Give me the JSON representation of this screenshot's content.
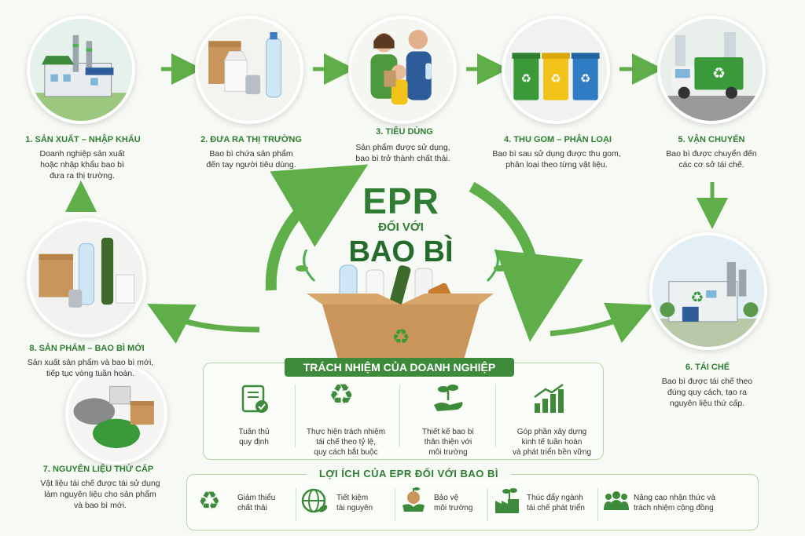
{
  "center": {
    "line1": "EPR",
    "line2": "ĐỐI VỚI",
    "line3": "BAO BÌ"
  },
  "steps": [
    {
      "title": "1. SẢN XUẤT – NHẬP KHẨU",
      "desc": [
        "Doanh nghiệp sản xuất",
        "hoặc nhập khẩu bao bì",
        "đưa ra thị trường."
      ]
    },
    {
      "title": "2. ĐƯA RA THỊ TRƯỜNG",
      "desc": [
        "Bao bì chứa sản phẩm",
        "đến tay người tiêu dùng."
      ]
    },
    {
      "title": "3. TIÊU DÙNG",
      "desc": [
        "Sản phẩm được sử dụng,",
        "bao bì trở thành chất thải."
      ]
    },
    {
      "title": "4. THU GOM – PHÂN LOẠI",
      "desc": [
        "Bao bì sau sử dụng được thu gom,",
        "phân loại theo từng vật liệu."
      ]
    },
    {
      "title": "5. VẬN CHUYỂN",
      "desc": [
        "Bao bì được chuyển đến",
        "các cơ sở tái chế."
      ]
    },
    {
      "title": "6. TÁI CHẾ",
      "desc": [
        "Bao bì được tái chế theo",
        "đúng quy cách, tạo ra",
        "nguyên liệu thứ cấp."
      ]
    },
    {
      "title": "7. NGUYÊN LIỆU THỨ CẤP",
      "desc": [
        "Vật liệu tái chế được tái sử dụng",
        "làm nguyên liệu cho sản phẩm",
        "và bao bì mới."
      ]
    },
    {
      "title": "8. SẢN PHẨM – BAO BÌ MỚI",
      "desc": [
        "Sản xuất sản phẩm và bao bì mới,",
        "tiếp tục vòng tuần hoàn."
      ]
    }
  ],
  "responsibility": {
    "title": "TRÁCH NHIỆM CỦA DOANH NGHIỆP",
    "items": [
      {
        "icon": "checklist-icon",
        "lines": [
          "Tuân thủ",
          "quy định"
        ]
      },
      {
        "icon": "recycle-icon",
        "lines": [
          "Thực hiện trách nhiệm",
          "tái chế theo tỷ lệ,",
          "quy cách bắt buộc"
        ]
      },
      {
        "icon": "hand-plant-icon",
        "lines": [
          "Thiết kế bao bì",
          "thân thiện với",
          "môi trường"
        ]
      },
      {
        "icon": "growth-chart-icon",
        "lines": [
          "Góp phần xây dựng",
          "kinh tế tuần hoàn",
          "và phát triển bền vững"
        ]
      }
    ]
  },
  "benefits": {
    "title": "LỢI ÍCH CỦA EPR ĐỐI VỚI BAO BÌ",
    "items": [
      {
        "icon": "recycle-icon",
        "lines": [
          "Giảm thiểu",
          "chất thải"
        ]
      },
      {
        "icon": "globe-leaf-icon",
        "lines": [
          "Tiết kiệm",
          "tài nguyên"
        ]
      },
      {
        "icon": "hands-earth-icon",
        "lines": [
          "Bảo vệ",
          "môi trường"
        ]
      },
      {
        "icon": "factory-leaf-icon",
        "lines": [
          "Thúc đẩy ngành",
          "tái chế phát triển"
        ]
      },
      {
        "icon": "community-icon",
        "lines": [
          "Nâng cao nhận thức và",
          "trách nhiệm cộng đồng"
        ]
      }
    ]
  },
  "colors": {
    "primary": "#2e7d32",
    "accent": "#4caf50",
    "banner": "#3d8b3a",
    "bin_green": "#3a9a3a",
    "bin_yellow": "#f2c318",
    "bin_blue": "#2f7bc4"
  }
}
